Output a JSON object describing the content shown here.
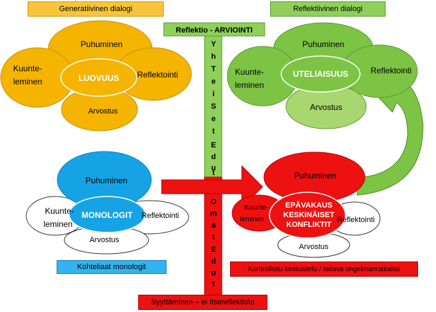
{
  "colors": {
    "orange": "#f5b400",
    "orange_border": "#c98f00",
    "green": "#7dc445",
    "green_light": "#a9d76f",
    "green_border": "#5a9a30",
    "blue": "#16a3e6",
    "red": "#ee1111",
    "header_orange": "#f8c43a",
    "header_green": "#8fd05a",
    "header_blue": "#33b4f0"
  },
  "headers": {
    "generative": "Generatiivinen dialogi",
    "reflective": "Reflektiivinen dialogi",
    "reflection_eval": "Reflektio - ARVIOINTI",
    "polite_monologues": "Kohteliaat monologit",
    "controlled": "Kontrolloitu keskustelu / taitava ongelmanratkaisu",
    "feeding": "Syyttäminen – ei Itsereflektiota"
  },
  "vertical": {
    "shared": "YhTeiSet Edut",
    "own": "Omat Edut"
  },
  "clusters": {
    "top_left": {
      "top": "Puhuminen",
      "left_line1": "Kuunte-",
      "left_line2": "leminen",
      "right": "Reflektointi",
      "bottom": "Arvostus",
      "center": "LUOVUUS"
    },
    "top_right": {
      "top": "Puhuminen",
      "left_line1": "Kuunte-",
      "left_line2": "leminen",
      "right": "Reflektointi",
      "bottom": "Arvostus",
      "center": "UTELIAISUUS"
    },
    "bottom_left": {
      "top": "Puhuminen",
      "left_line1": "Kuunte-",
      "left_line2": "leminen",
      "right": "Reflektointi",
      "bottom": "Arvostus",
      "center": "MONOLOGIT"
    },
    "bottom_right": {
      "top": "Puhuminen",
      "left_line1": "Kuunte-",
      "left_line2": "leminen",
      "right": "Reflektointi",
      "bottom": "Arvostus",
      "center_line1": "EPÄVAKAUS",
      "center_line2": "KESKINÄISET",
      "center_line3": "KONFLIKTIT"
    }
  }
}
